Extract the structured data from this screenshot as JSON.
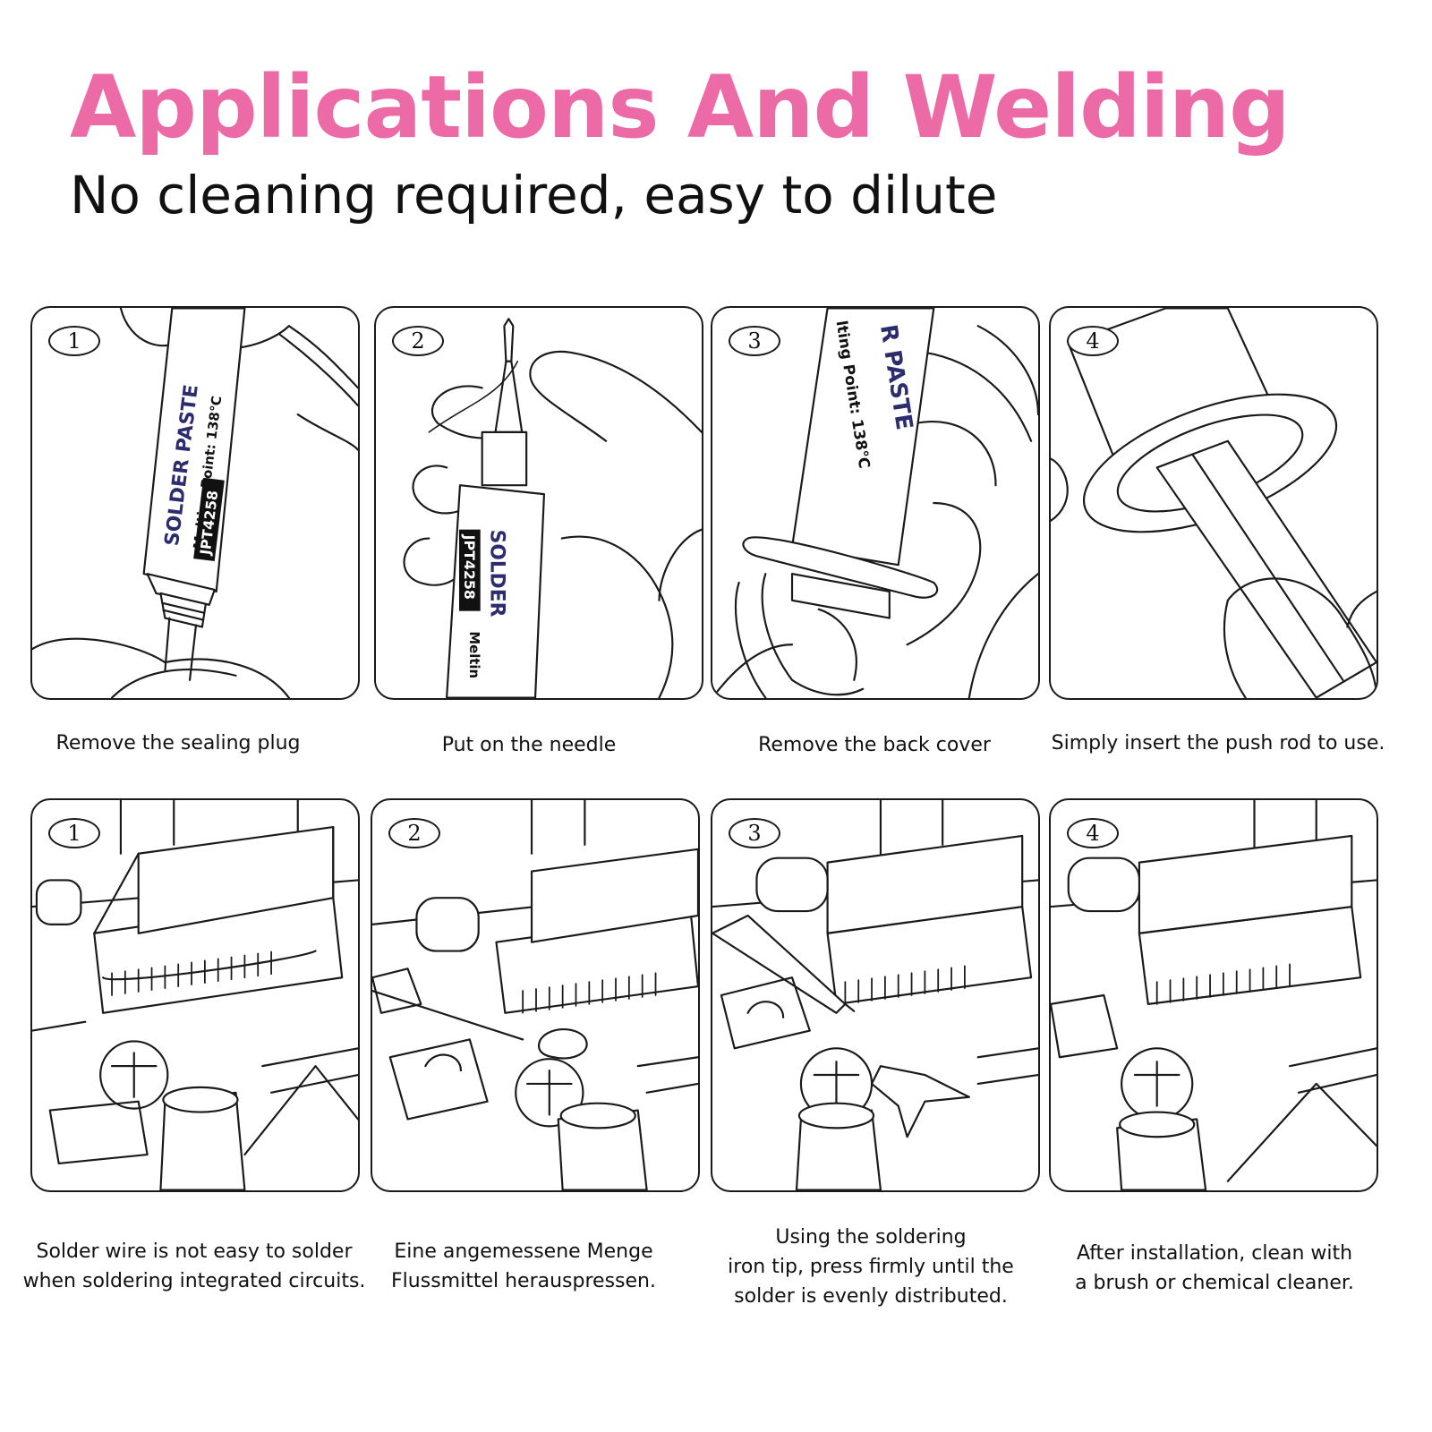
{
  "header": {
    "title": "Applications And Welding",
    "subtitle": "No cleaning required, easy to dilute"
  },
  "accent_color": "#ec6aa6",
  "top_row": [
    {
      "step": "1",
      "caption": "Remove the sealing plug",
      "tube_text": [
        "SOLDER PASTE",
        "JPT4258",
        "Melting Point: 138℃"
      ]
    },
    {
      "step": "2",
      "caption": "Put on the needle",
      "tube_text": [
        "SOLDER",
        "JPT4258",
        "Meltin"
      ]
    },
    {
      "step": "3",
      "caption": "Remove the back cover",
      "tube_text": [
        "R PASTE",
        "lting Point: 138℃"
      ]
    },
    {
      "step": "4",
      "caption": "Simply insert the push rod to use."
    }
  ],
  "bottom_row": [
    {
      "step": "1",
      "caption_lines": [
        "Solder wire is not easy to solder",
        "when soldering integrated circuits."
      ]
    },
    {
      "step": "2",
      "caption_lines": [
        "Eine angemessene Menge",
        "Flussmittel herauspressen."
      ]
    },
    {
      "step": "3",
      "caption_lines": [
        "Using the soldering",
        "iron tip, press firmly until the",
        "solder is evenly distributed."
      ]
    },
    {
      "step": "4",
      "caption_lines": [
        "After installation, clean with",
        "a brush or chemical cleaner."
      ]
    }
  ]
}
